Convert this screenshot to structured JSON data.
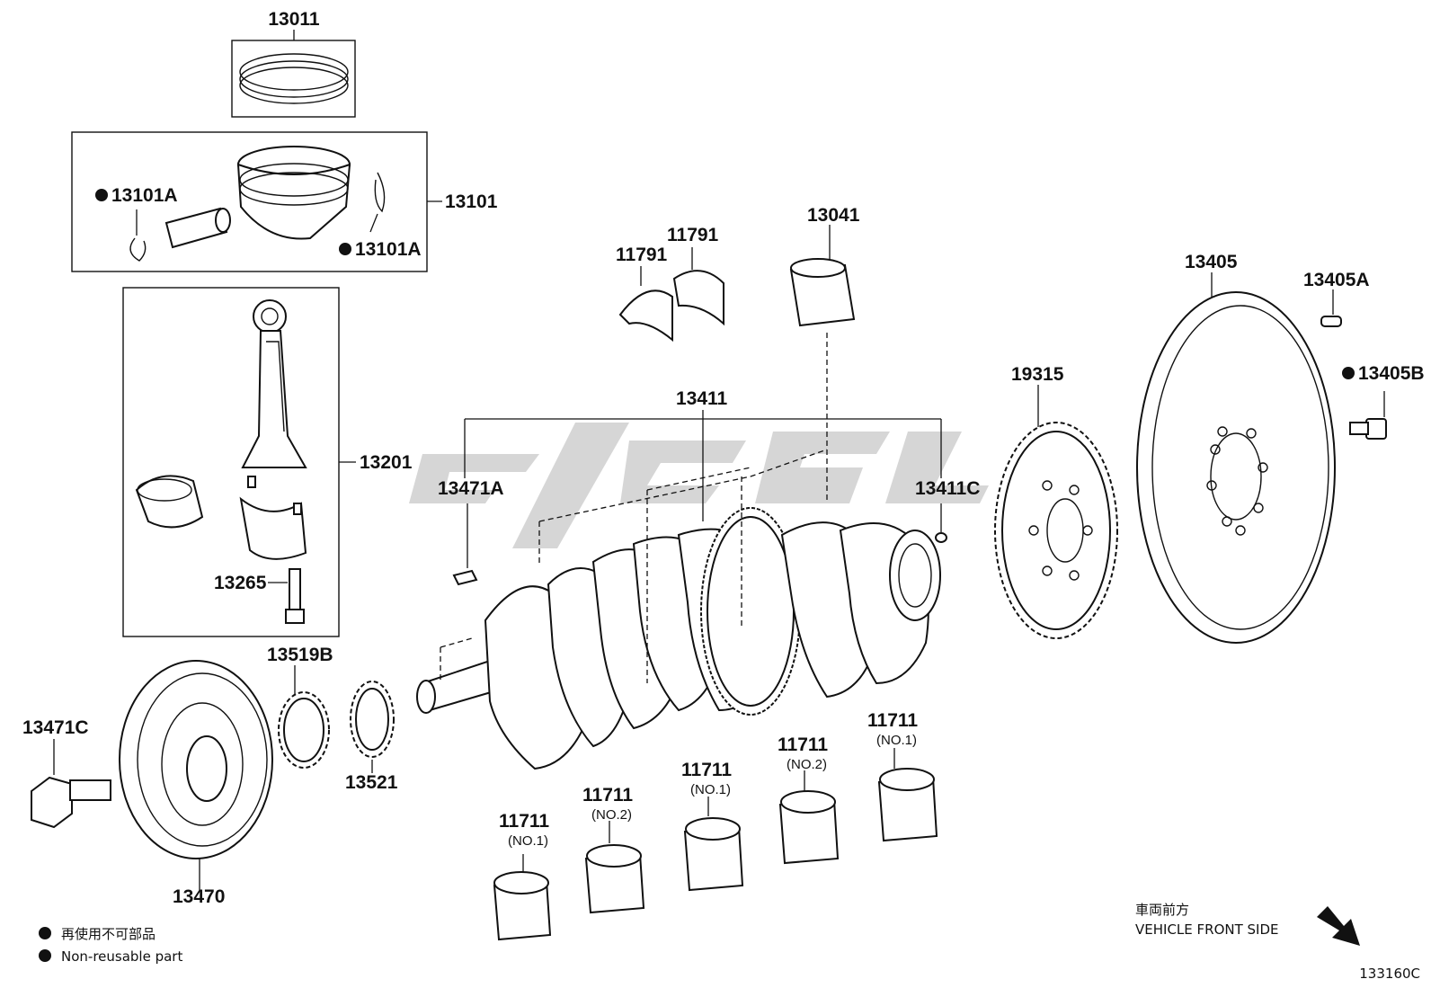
{
  "diagram_id": "133160C",
  "parts": {
    "p13011": "13011",
    "p13101": "13101",
    "p13101A_left": "13101A",
    "p13101A_right": "13101A",
    "p13201": "13201",
    "p13265": "13265",
    "p11791_a": "11791",
    "p11791_b": "11791",
    "p13041": "13041",
    "p13411": "13411",
    "p13471A": "13471A",
    "p13411C": "13411C",
    "p19315": "19315",
    "p13405": "13405",
    "p13405A": "13405A",
    "p13405B": "13405B",
    "p13519B": "13519B",
    "p13521": "13521",
    "p13471C": "13471C",
    "p13470": "13470",
    "bearings": [
      {
        "num": "11711",
        "sub": "(NO.1)"
      },
      {
        "num": "11711",
        "sub": "(NO.2)"
      },
      {
        "num": "11711",
        "sub": "(NO.1)"
      },
      {
        "num": "11711",
        "sub": "(NO.2)"
      },
      {
        "num": "11711",
        "sub": "(NO.1)"
      }
    ]
  },
  "legend": {
    "jp": "再使用不可部品",
    "en": "Non-reusable part"
  },
  "direction": {
    "jp": "車両前方",
    "en": "VEHICLE FRONT SIDE"
  }
}
